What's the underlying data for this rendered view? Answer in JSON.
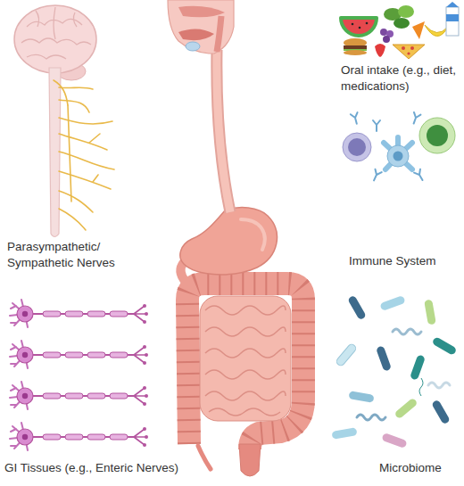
{
  "diagram": {
    "labels": [
      "Oral intake (e.g., diet, medications)",
      "Parasympathetic/ Sympathetic Nerves",
      "Immune System",
      "GI Tissues (e.g., Enteric Nerves)",
      "Microbiome"
    ]
  }
}
